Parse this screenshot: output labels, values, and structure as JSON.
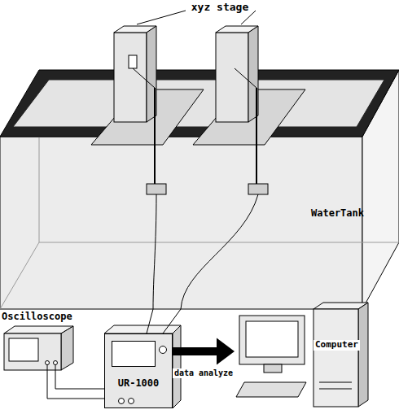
{
  "diagram": {
    "nodes": [
      {
        "text": [
          "WaterTank"
        ]
      },
      {
        "text": [
          "Oscilloscope"
        ]
      },
      {
        "text": [
          "UR-1000"
        ]
      },
      {
        "text": [
          "Computer"
        ]
      }
    ],
    "edges": [
      {
        "from": 0,
        "to": 2,
        "arrow": "none"
      },
      {
        "from": 0,
        "to": 2,
        "arrow": "none"
      },
      {
        "from": 1,
        "to": 2,
        "arrow": "none"
      },
      {
        "from": 1,
        "to": 2,
        "arrow": "none"
      },
      {
        "from": 2,
        "to": 3,
        "arrow": "to",
        "label": "data analyze"
      }
    ],
    "labels": [
      "xyz stage"
    ]
  }
}
